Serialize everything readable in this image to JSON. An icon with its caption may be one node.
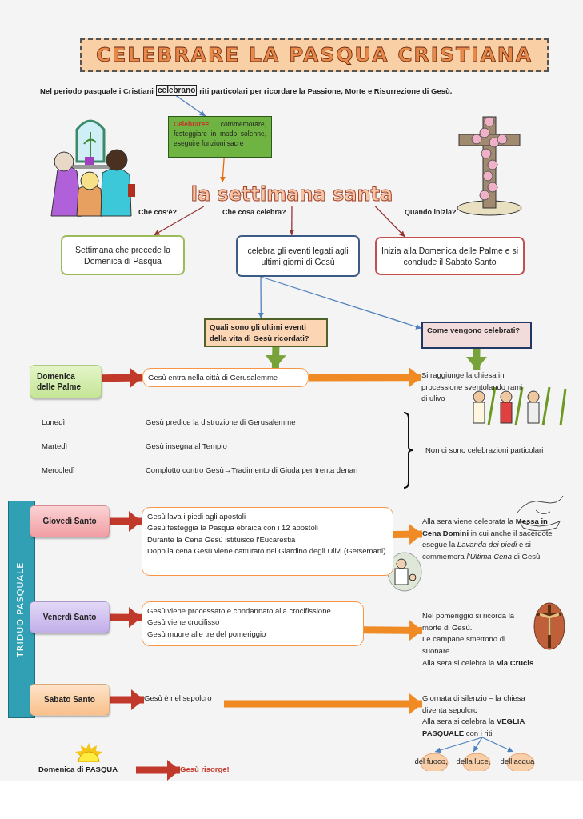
{
  "diagram": {
    "nodes": [
      {
        "text": [
          "CELEBRARE LA PASQUA CRISTIANA"
        ]
      },
      {
        "text": [
          "celebrano"
        ]
      },
      {
        "text": [
          "**Celebrare=** commemorare, festeggiare in modo solenne, eseguire funzioni sacre"
        ]
      },
      {
        "text": [
          "la settimana santa"
        ]
      },
      {
        "text": [
          "Settimana che precede la Domenica di Pasqua"
        ]
      },
      {
        "text": [
          "celebra gli eventi legati agli ultimi giorni di Gesù"
        ]
      },
      {
        "text": [
          "Inizia alla Domenica delle Palme e si conclude il Sabato Santo"
        ]
      },
      {
        "text": [
          "Quali sono gli ultimi eventi della vita di Gesù ricordati?"
        ]
      },
      {
        "text": [
          "Come vengono celebrati?"
        ]
      },
      {
        "text": [
          "Domenica delle Palme"
        ]
      },
      {
        "text": [
          "Gesù entra nella città di Gerusalemme"
        ]
      },
      {
        "text": [
          "Si raggiunge la chiesa in processione sventolando rami di ulivo"
        ]
      },
      {
        "text": [
          "TRIDUO PASQUALE"
        ]
      },
      {
        "text": [
          "Giovedì Santo"
        ]
      },
      {
        "text": [
          "Gesù lava i piedi agli apostoli",
          "Gesù festeggia la Pasqua ebraica con i 12 apostoli",
          "Durante la Cena Gesù istituisce l’Eucarestia",
          "Dopo la cena Gesù viene catturato nel Giardino degli Ulivi (Getsemani)"
        ]
      },
      {
        "text": [
          "Alla sera viene celebrata la **Messa in Cena Domini** in cui anche il sacerdote esegue la *Lavanda dei piedi* e si commemora *l’Ultima Cena* di Gesù"
        ]
      },
      {
        "text": [
          "Venerdì Santo"
        ]
      },
      {
        "text": [
          "Gesù viene processato e condannato alla crocifissione",
          "Gesù viene crocifisso",
          "Gesù muore alle tre del pomeriggio"
        ]
      },
      {
        "text": [
          "Nel pomeriggio si ricorda la morte di Gesù.",
          "Le campane smettono di suonare",
          "Alla sera si celebra la **Via Crucis**"
        ]
      },
      {
        "text": [
          "Sabato Santo"
        ]
      },
      {
        "text": [
          "Gesù è nel sepolcro"
        ]
      },
      {
        "text": [
          "Giornata di silenzio – la chiesa diventa sepolcro",
          "Alla sera si celebra la **VEGLIA PASQUALE** con i riti"
        ]
      },
      {
        "text": [
          "del fuoco,"
        ]
      },
      {
        "text": [
          "della luce,"
        ]
      },
      {
        "text": [
          "dell’acqua"
        ]
      },
      {
        "text": [
          "Domenica di PASQUA"
        ]
      },
      {
        "text": [
          "Gesù risorge!"
        ]
      }
    ],
    "edges": [
      {
        "from": 1,
        "to": 2,
        "arrow": "to",
        "color": "#4f81bd"
      },
      {
        "from": 2,
        "to": 3,
        "arrow": "to",
        "color": "#e46c0a"
      },
      {
        "from": 3,
        "to": 4,
        "arrow": "to",
        "label": "Che cos’è?",
        "color": "#953735"
      },
      {
        "from": 3,
        "to": 5,
        "arrow": "to",
        "label": "Che cosa celebra?",
        "color": "#953735"
      },
      {
        "from": 3,
        "to": 6,
        "arrow": "to",
        "label": "Quando inizia?",
        "color": "#953735"
      },
      {
        "from": 5,
        "to": 7,
        "arrow": "to",
        "color": "#4f81bd"
      },
      {
        "from": 5,
        "to": 8,
        "arrow": "to",
        "color": "#4f81bd"
      },
      {
        "from": 7,
        "to": 10,
        "arrow": "to",
        "color": "#77a33a"
      },
      {
        "from": 8,
        "to": 11,
        "arrow": "to",
        "color": "#77a33a"
      },
      {
        "from": 9,
        "to": 10,
        "arrow": "to",
        "color": "#c0392b"
      },
      {
        "from": 10,
        "to": 11,
        "arrow": "to",
        "color": "#f08a24"
      },
      {
        "from": 13,
        "to": 14,
        "arrow": "to",
        "color": "#c0392b"
      },
      {
        "from": 14,
        "to": 15,
        "arrow": "to",
        "color": "#f08a24"
      },
      {
        "from": 16,
        "to": 17,
        "arrow": "to",
        "color": "#c0392b"
      },
      {
        "from": 17,
        "to": 18,
        "arrow": "to",
        "color": "#f08a24"
      },
      {
        "from": 19,
        "to": 20,
        "arrow": "to",
        "color": "#c0392b"
      },
      {
        "from": 20,
        "to": 21,
        "arrow": "to",
        "color": "#f08a24"
      },
      {
        "from": 21,
        "to": 22,
        "arrow": "to",
        "color": "#4f81bd"
      },
      {
        "from": 21,
        "to": 23,
        "arrow": "to",
        "color": "#4f81bd"
      },
      {
        "from": 21,
        "to": 24,
        "arrow": "to",
        "color": "#4f81bd"
      },
      {
        "from": 25,
        "to": 26,
        "arrow": "to",
        "color": "#c0392b"
      }
    ],
    "labels": [
      "Nel periodo pasquale i Cristiani",
      "riti particolari per ricordare la Passione, Morte e Risurrezione di Gesù.",
      "Lunedì",
      "Gesù predice la distruzione di Gerusalemme",
      "Martedì",
      "Gesù insegna al Tempio",
      "Mercoledì",
      "Complotto contro Gesù→Tradimento di Giuda per trenta denari",
      "Non ci sono celebrazioni particolari"
    ]
  }
}
